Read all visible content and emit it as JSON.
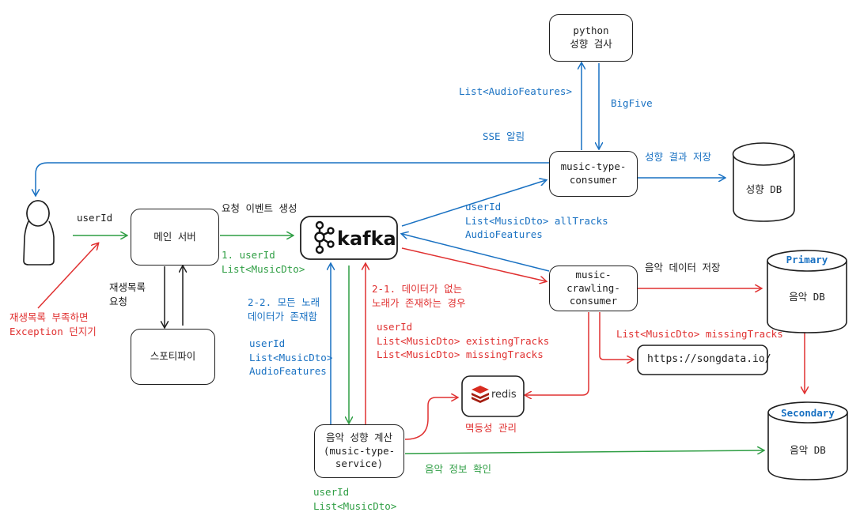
{
  "nodes": {
    "python": "python\n성향 검사",
    "music_type_consumer": "music-type-\nconsumer",
    "music_crawling_consumer": "music-crawling-\nconsumer",
    "main_server": "메인 서버",
    "spotify": "스포티파이",
    "music_type_service": "음악 성향 계산\n(music-type-\nservice)",
    "kafka": "kafka",
    "redis": "redis",
    "songdata_url": "https://songdata.io/"
  },
  "databases": {
    "personality_db": {
      "title": "",
      "name": "성향 DB"
    },
    "primary_db": {
      "title": "Primary",
      "name": "음악 DB"
    },
    "secondary_db": {
      "title": "Secondary",
      "name": "음악 DB"
    }
  },
  "labels": {
    "audio_features_list": "List<AudioFeatures>",
    "bigfive": "BigFive",
    "sse": "SSE 알림",
    "personality_save": "성향 결과 저장",
    "user_id_1": "userId",
    "event_create": "요청 이벤트 생성",
    "step1": "1. userId\nList<MusicDto>",
    "playlist_req": "재생목록\n요청",
    "exception": "재생목록 부족하면\nException 던지기",
    "consumer_payload": "userId\nList<MusicDto> allTracks\nAudioFeatures",
    "music_save": "음악 데이터 저장",
    "step2_2": "2-2. 모든 노래\n데이터가 존재함",
    "service_payload_blue": "userId\nList<MusicDto>\nAudioFeatures",
    "step2_1": "2-1. 데이터가 없는\n노래가 존재하는 경우",
    "service_payload_red": "userId\nList<MusicDto> existingTracks\nList<MusicDto> missingTracks",
    "missing_tracks": "List<MusicDto> missingTracks",
    "idempotency": "멱등성 관리",
    "music_info_check": "음악 정보 확인",
    "bottom_payload": "userId\nList<MusicDto>"
  },
  "colors": {
    "blue": "#1971c2",
    "green": "#2f9e44",
    "red": "#e03131",
    "black": "#1e1e1e",
    "redis_brand": "#d82c20"
  },
  "icons": [
    "user-icon",
    "kafka-logo-icon",
    "redis-logo-icon"
  ]
}
